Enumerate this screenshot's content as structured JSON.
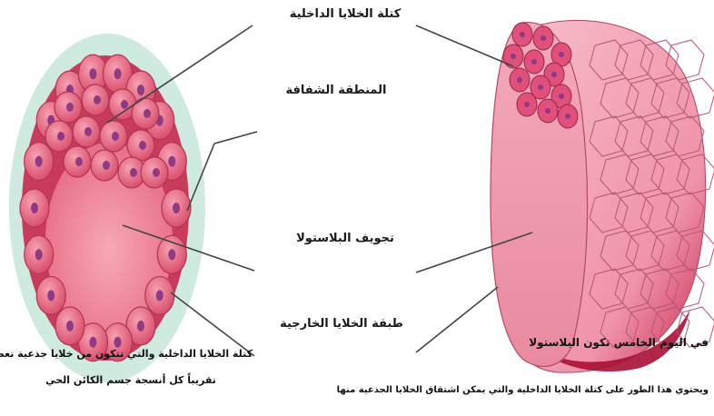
{
  "labels": {
    "inner_cell_mass": "كتلة الخلايا الداخلية",
    "zona_pellucida": "المنطقة الشفافة",
    "blastocoel": "تجويف البلاستولا",
    "trophoblast": "طبقة الخلايا الخارجية"
  },
  "captions": {
    "left_line1": "كتلة الخلايا الداخلية والتي تتكون من خلايا جذعية تعطي",
    "left_line2": "تقريباً كل أنسجة جسم الكائن الحي",
    "right_line1": "في اليوم الخامس تكون البلاستولا",
    "right_line2": "ويحتوي هذا الطور على كتلة الخلايا الداخلية والتي يمكن اشتقاق الخلايا الجذعية منها"
  },
  "colors": {
    "zona": "#c9e9dc",
    "cell_fill": "#e8667f",
    "cell_edge": "#b23552",
    "nucleus": "#8e3a86",
    "cavity": "#f28fa0",
    "outer_pink": "#f4a7bb",
    "dark_red": "#b0143a",
    "line": "#444444"
  }
}
